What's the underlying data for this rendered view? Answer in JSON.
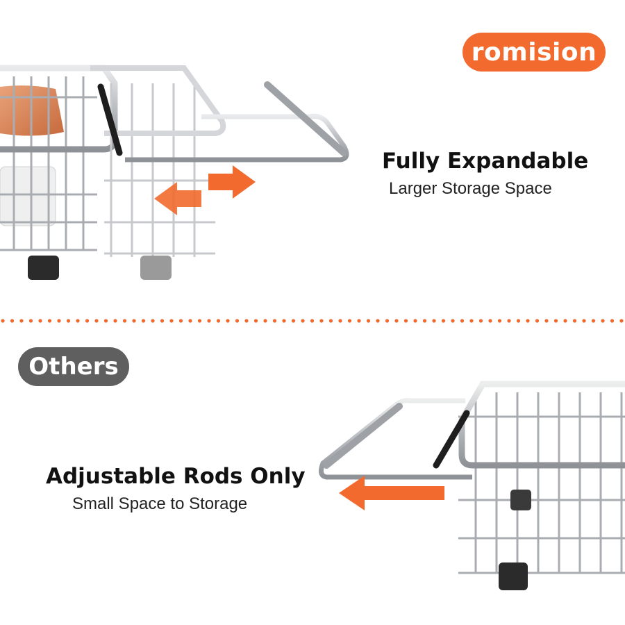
{
  "brand": {
    "label": "romision",
    "color": "#f26a2e"
  },
  "comparison_label": {
    "label": "Others",
    "color": "#5f5f5f"
  },
  "feature_top": {
    "title": "Fully Expandable",
    "subtitle": "Larger Storage Space"
  },
  "feature_bottom": {
    "title": "Adjustable Rods Only",
    "subtitle": "Small Space to Storage"
  },
  "colors": {
    "accent_orange": "#f26a2e",
    "steel": "#b9bcc0",
    "steel_dark": "#8e9297",
    "rubber_feet": "#2b2b2b"
  },
  "icons": {
    "top_arrows": "left-right-arrows-icon",
    "bottom_arrow": "left-arrow-icon"
  }
}
